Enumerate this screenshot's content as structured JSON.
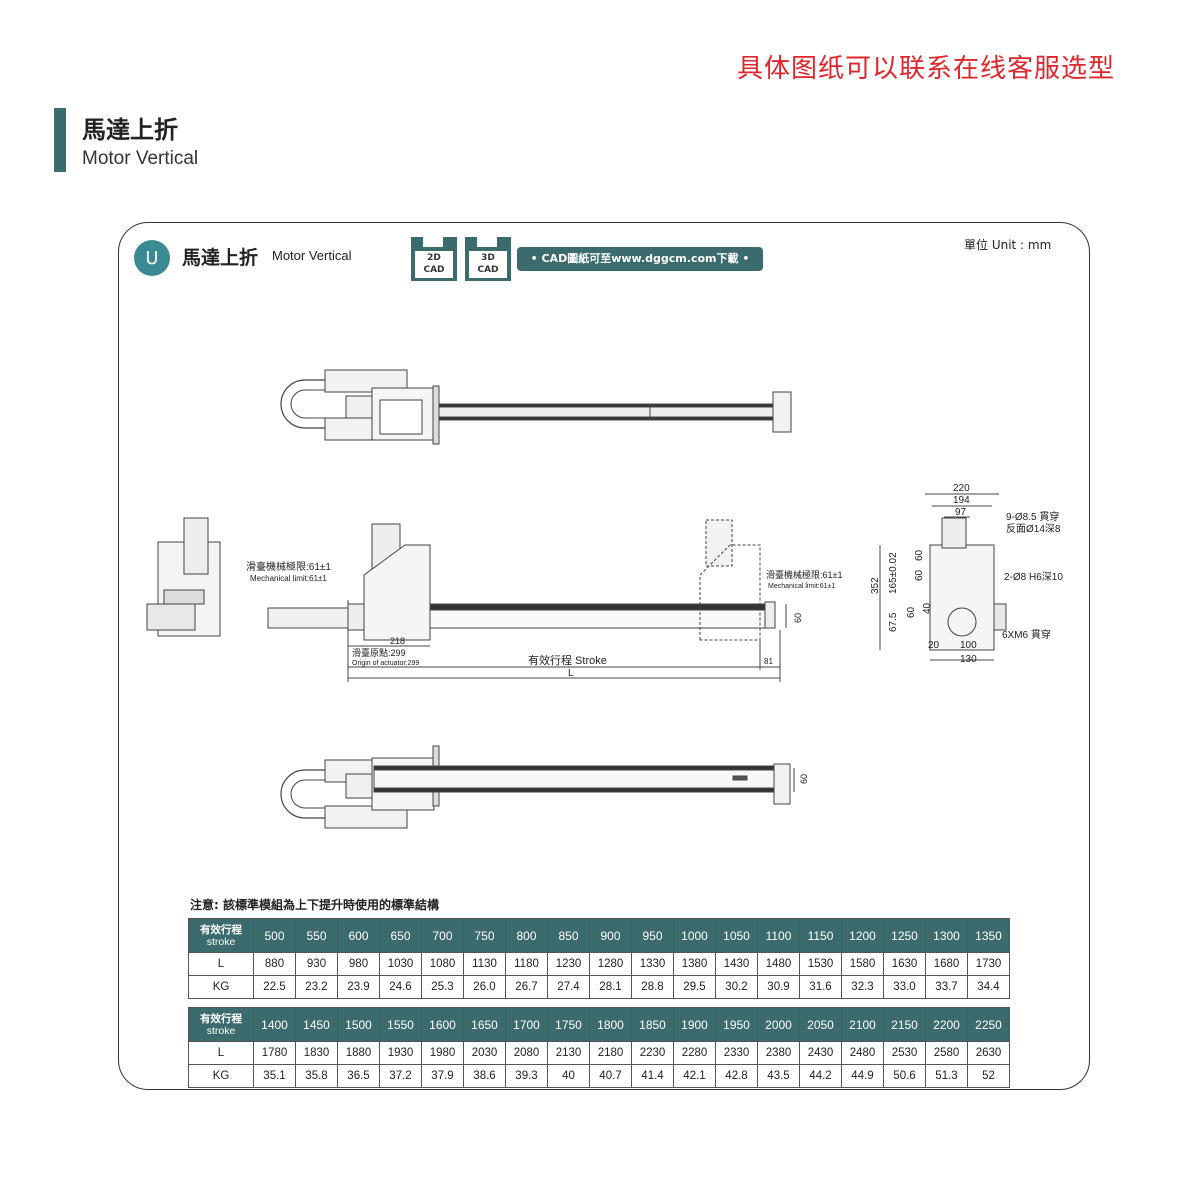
{
  "header_note": "具体图纸可以联系在线客服选型",
  "section": {
    "title_zh": "馬達上折",
    "title_en": "Motor Vertical"
  },
  "panel": {
    "badge": "U",
    "title_zh": "馬達上折",
    "title_en": "Motor Vertical",
    "cad_buttons": [
      {
        "line1": "2D",
        "line2": "CAD"
      },
      {
        "line1": "3D",
        "line2": "CAD"
      }
    ],
    "cad_link": "• CAD圖紙可至www.dggcm.com下載 •",
    "unit": "單位 Unit : mm"
  },
  "drawing_labels": {
    "mech_limit_left_zh": "滑臺機械極限:61±1",
    "mech_limit_left_en": "Mechanical limit:61±1",
    "mech_limit_right_zh": "滑臺機械極限:61±1",
    "mech_limit_right_en": "Mechanical limit:61±1",
    "origin_zh": "滑臺原點:299",
    "origin_en": "Origin of actuator:299",
    "stroke": "有效行程  Stroke",
    "dim_218": "218",
    "dim_81": "81",
    "dim_L": "L",
    "dim_60": "60",
    "dim_60b": "60",
    "end_view": {
      "w220": "220",
      "w194": "194",
      "w97": "97",
      "hole1": "9-Ø8.5 貫穿",
      "hole2": "反面Ø14深8",
      "hole3": "2-Ø8 H6深10",
      "hole4": "6XM6 貫穿",
      "h352": "352",
      "h165": "165±0.02",
      "h60a": "60",
      "h60b": "60",
      "h67": "67.5",
      "h60c": "60",
      "h40": "40",
      "w20": "20",
      "w100": "100",
      "w130": "130"
    }
  },
  "table_note": "注意:  該標準模組為上下提升時使用的標準結構",
  "tables": [
    {
      "header_zh": "有效行程",
      "header_en": "stroke",
      "strokes": [
        "500",
        "550",
        "600",
        "650",
        "700",
        "750",
        "800",
        "850",
        "900",
        "950",
        "1000",
        "1050",
        "1100",
        "1150",
        "1200",
        "1250",
        "1300",
        "1350"
      ],
      "L": [
        "880",
        "930",
        "980",
        "1030",
        "1080",
        "1130",
        "1180",
        "1230",
        "1280",
        "1330",
        "1380",
        "1430",
        "1480",
        "1530",
        "1580",
        "1630",
        "1680",
        "1730"
      ],
      "KG": [
        "22.5",
        "23.2",
        "23.9",
        "24.6",
        "25.3",
        "26.0",
        "26.7",
        "27.4",
        "28.1",
        "28.8",
        "29.5",
        "30.2",
        "30.9",
        "31.6",
        "32.3",
        "33.0",
        "33.7",
        "34.4"
      ]
    },
    {
      "header_zh": "有效行程",
      "header_en": "stroke",
      "strokes": [
        "1400",
        "1450",
        "1500",
        "1550",
        "1600",
        "1650",
        "1700",
        "1750",
        "1800",
        "1850",
        "1900",
        "1950",
        "2000",
        "2050",
        "2100",
        "2150",
        "2200",
        "2250"
      ],
      "L": [
        "1780",
        "1830",
        "1880",
        "1930",
        "1980",
        "2030",
        "2080",
        "2130",
        "2180",
        "2230",
        "2280",
        "2330",
        "2380",
        "2430",
        "2480",
        "2530",
        "2580",
        "2630"
      ],
      "KG": [
        "35.1",
        "35.8",
        "36.5",
        "37.2",
        "37.9",
        "38.6",
        "39.3",
        "40",
        "40.7",
        "41.4",
        "42.1",
        "42.8",
        "43.5",
        "44.2",
        "44.9",
        "50.6",
        "51.3",
        "52"
      ]
    }
  ],
  "row_labels": {
    "L": "L",
    "KG": "KG"
  }
}
